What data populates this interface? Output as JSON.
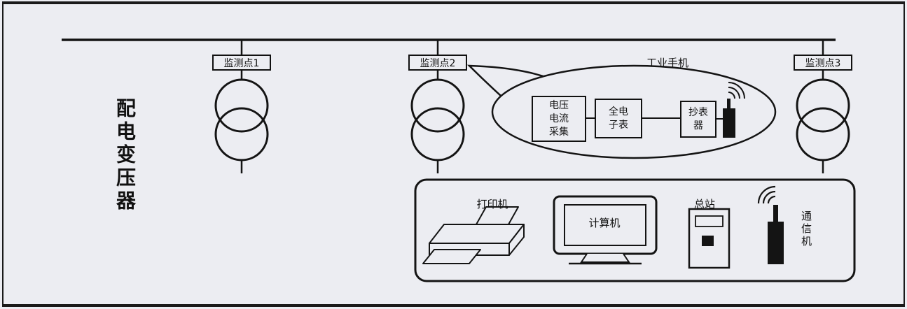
{
  "colors": {
    "background": "#ecedf2",
    "line": "#141414",
    "fill": "#ecedf2"
  },
  "diagram": {
    "side_label": "配电变压器",
    "monitor_points": [
      {
        "label": "监测点1"
      },
      {
        "label": "监测点2"
      },
      {
        "label": "监测点3"
      }
    ],
    "balloon": {
      "title": "工业手机",
      "boxes": [
        {
          "label": "电压\n电流\n采集"
        },
        {
          "label": "全电\n子表"
        },
        {
          "label": "抄表\n器"
        }
      ]
    },
    "station": {
      "printer_label": "打印机",
      "computer_label": "计算机",
      "master_label": "总站",
      "comm_label": "通信机"
    },
    "icons": {
      "transformer": "double-overlapping-circles",
      "wireless_signal": "three-concentric-arcs",
      "printer": "perspective-printer-shape",
      "computer": "monitor-with-screen",
      "master_station": "meter-box-with-slot",
      "comm_antenna": "black-antenna-body"
    }
  }
}
